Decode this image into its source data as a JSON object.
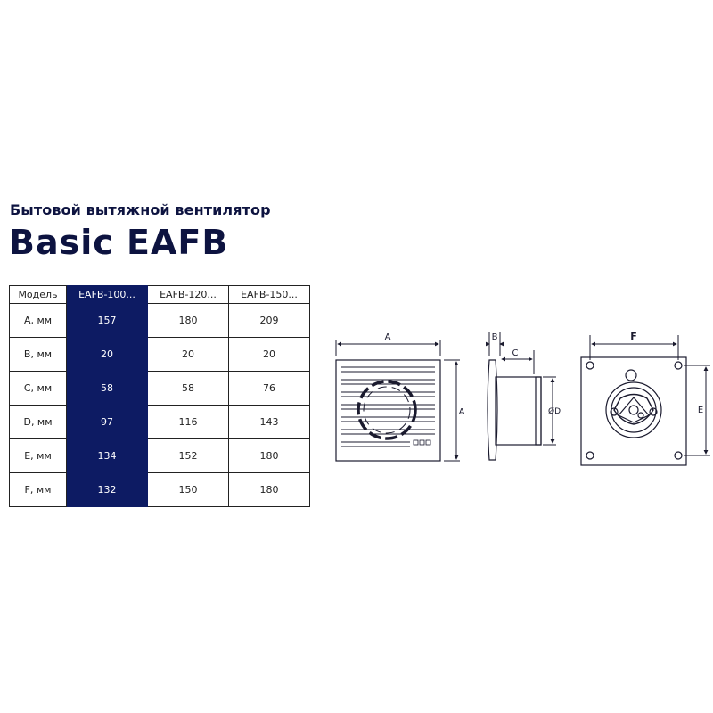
{
  "subtitle": "Бытовой вытяжной вентилятор",
  "title": "Basic EAFB",
  "table": {
    "headers": [
      "Модель",
      "EAFB-100...",
      "EAFB-120...",
      "EAFB-150..."
    ],
    "rows": [
      [
        "A, мм",
        "157",
        "180",
        "209"
      ],
      [
        "B, мм",
        "20",
        "20",
        "20"
      ],
      [
        "C, мм",
        "58",
        "58",
        "76"
      ],
      [
        "D, мм",
        "97",
        "116",
        "143"
      ],
      [
        "E, мм",
        "134",
        "152",
        "180"
      ],
      [
        "F, мм",
        "132",
        "150",
        "180"
      ]
    ]
  },
  "diagram_labels": {
    "front_width": "A",
    "front_height": "A",
    "side_b": "B",
    "side_c": "C",
    "side_d": "ØD",
    "back_f": "F",
    "back_e": "E"
  },
  "colors": {
    "brand_navy": "#0d1b63",
    "text_navy": "#0d1340"
  }
}
